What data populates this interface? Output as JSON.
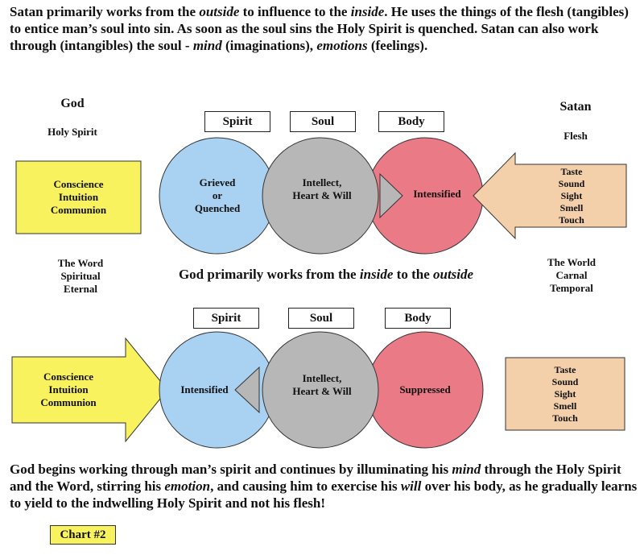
{
  "intro": {
    "p1": "Satan primarily works from the ",
    "p1_em": "outside",
    "p2": " to influence to the ",
    "p2_em": "inside",
    "p3": ". He uses the things of the flesh (tangibles) to entice man’s soul into sin. As soon as the soul sins the Holy Spirit is quenched. Satan can also work through (intangibles) the soul - ",
    "p3_em": "mind",
    "p4": " (imaginations), ",
    "p4_em": "emotions",
    "p5": " (feelings)."
  },
  "top": {
    "god_title": "God",
    "god_sub": "Holy Spirit",
    "satan_title": "Satan",
    "satan_sub": "Flesh",
    "labels": [
      "Spirit",
      "Soul",
      "Body"
    ],
    "left_box": [
      "Conscience",
      "Intuition",
      "Communion"
    ],
    "right_box": [
      "Taste",
      "Sound",
      "Sight",
      "Smell",
      "Touch"
    ],
    "spirit_text": [
      "Grieved",
      "or",
      "Quenched"
    ],
    "soul_text": [
      "Intellect,",
      "Heart & Will"
    ],
    "body_text": "Intensified",
    "word_col": [
      "The Word",
      "Spiritual",
      "Eternal"
    ],
    "world_col": [
      "The World",
      "Carnal",
      "Temporal"
    ]
  },
  "middle": {
    "m1": "God primarily works from the ",
    "m1_em": "inside",
    "m2": " to the ",
    "m2_em": "outside"
  },
  "bottom": {
    "labels": [
      "Spirit",
      "Soul",
      "Body"
    ],
    "left_box": [
      "Conscience",
      "Intuition",
      "Communion"
    ],
    "right_box": [
      "Taste",
      "Sound",
      "Sight",
      "Smell",
      "Touch"
    ],
    "spirit_text": "Intensified",
    "soul_text": [
      "Intellect,",
      "Heart & Will"
    ],
    "body_text": "Suppressed"
  },
  "outro": {
    "p1": "God begins working through man’s spirit and continues by illuminating his ",
    "p1_em": "mind",
    "p2": " through the Holy Spirit and the Word, stirring his ",
    "p2_em": "emotion",
    "p3": ", and causing him to exercise his ",
    "p3_em": "will",
    "p4": " over his body, as he gradually learns to yield to the indwelling Holy Spirit and not his flesh!"
  },
  "chart_label": "Chart #2",
  "colors": {
    "spirit": "#a9d1f2",
    "soul": "#b7b7b7",
    "body": "#ea7a86",
    "god_box": "#f7f25e",
    "flesh_box": "#f3cfaa"
  }
}
